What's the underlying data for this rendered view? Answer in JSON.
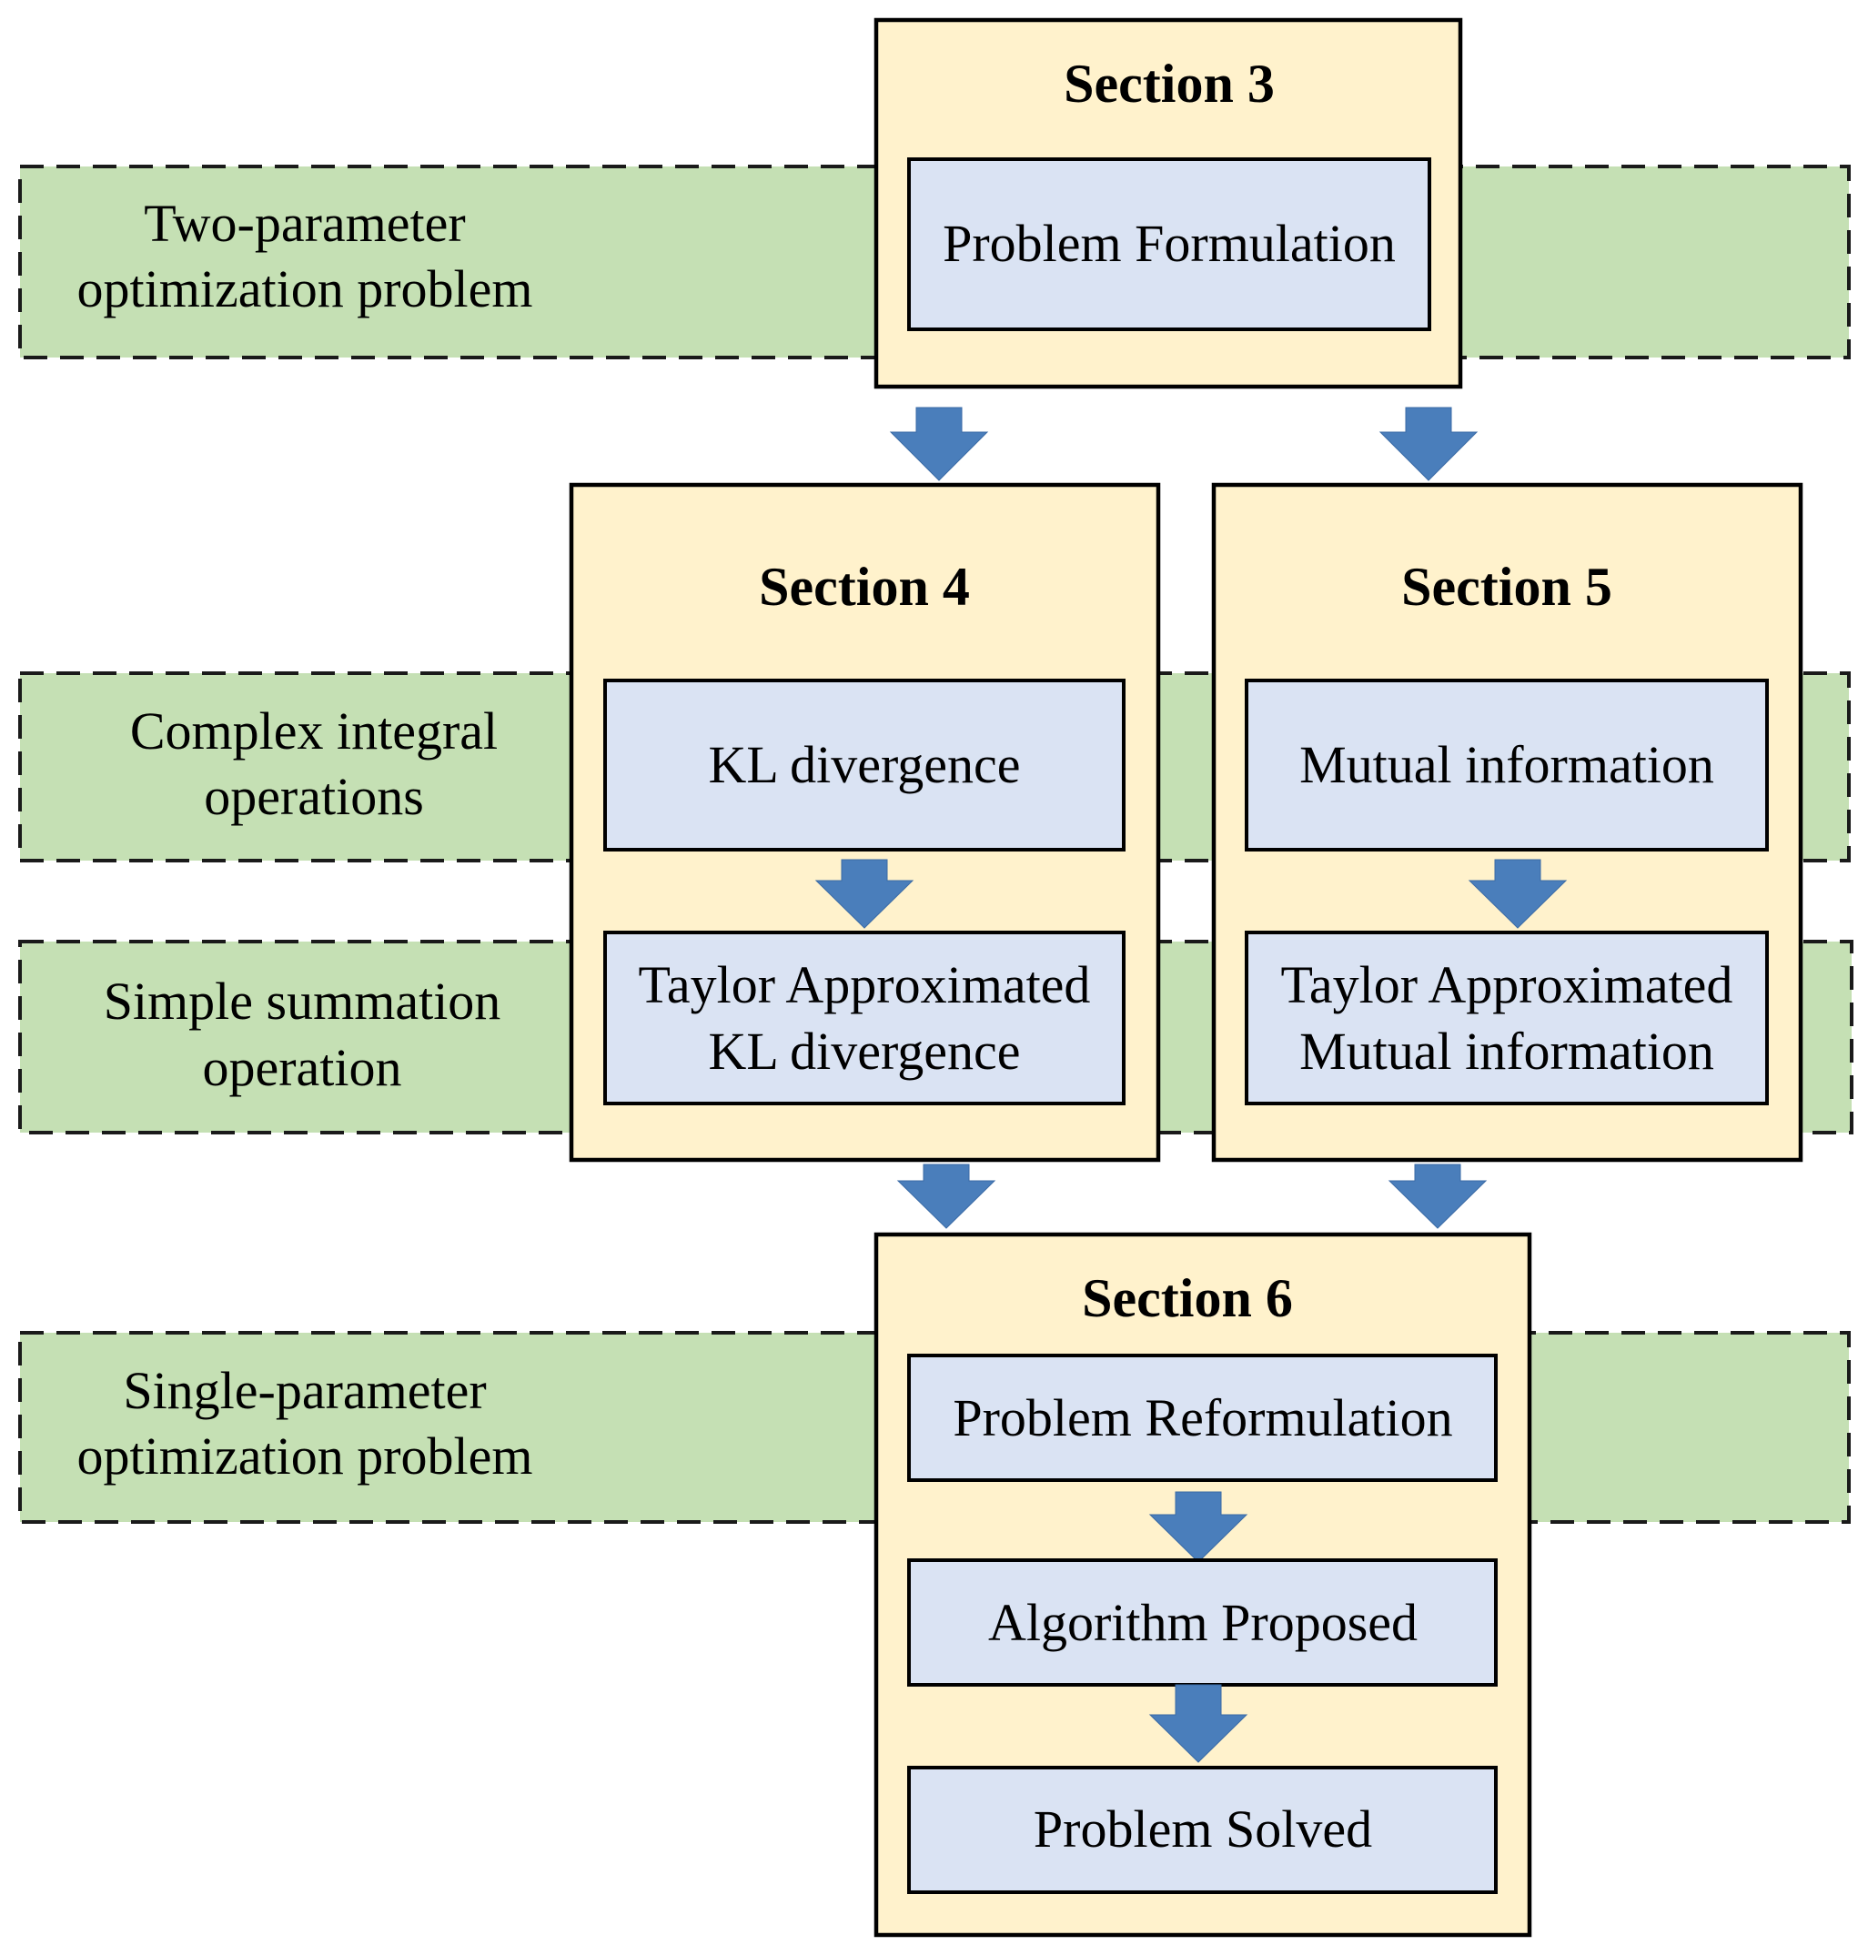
{
  "bands": {
    "two_param": [
      "Two-parameter",
      "optimization problem"
    ],
    "complex": [
      "Complex integral",
      "operations"
    ],
    "simple": [
      "Simple summation",
      "operation"
    ],
    "single_param": [
      "Single-parameter",
      "optimization problem"
    ]
  },
  "sections": {
    "s3": {
      "title": "Section 3",
      "items": [
        [
          "Problem Formulation"
        ]
      ]
    },
    "s4": {
      "title": "Section 4",
      "items": [
        [
          "KL divergence"
        ],
        [
          "Taylor Approximated",
          "KL divergence"
        ]
      ]
    },
    "s5": {
      "title": "Section 5",
      "items": [
        [
          "Mutual information"
        ],
        [
          "Taylor Approximated",
          "Mutual information"
        ]
      ]
    },
    "s6": {
      "title": "Section 6",
      "items": [
        [
          "Problem Reformulation"
        ],
        [
          "Algorithm Proposed"
        ],
        [
          "Problem Solved"
        ]
      ]
    }
  },
  "colors": {
    "band_fill": "#c5e0b4",
    "section_fill": "#fff2cc",
    "box_fill": "#dae3f3",
    "arrow": "#4a7ebb"
  }
}
